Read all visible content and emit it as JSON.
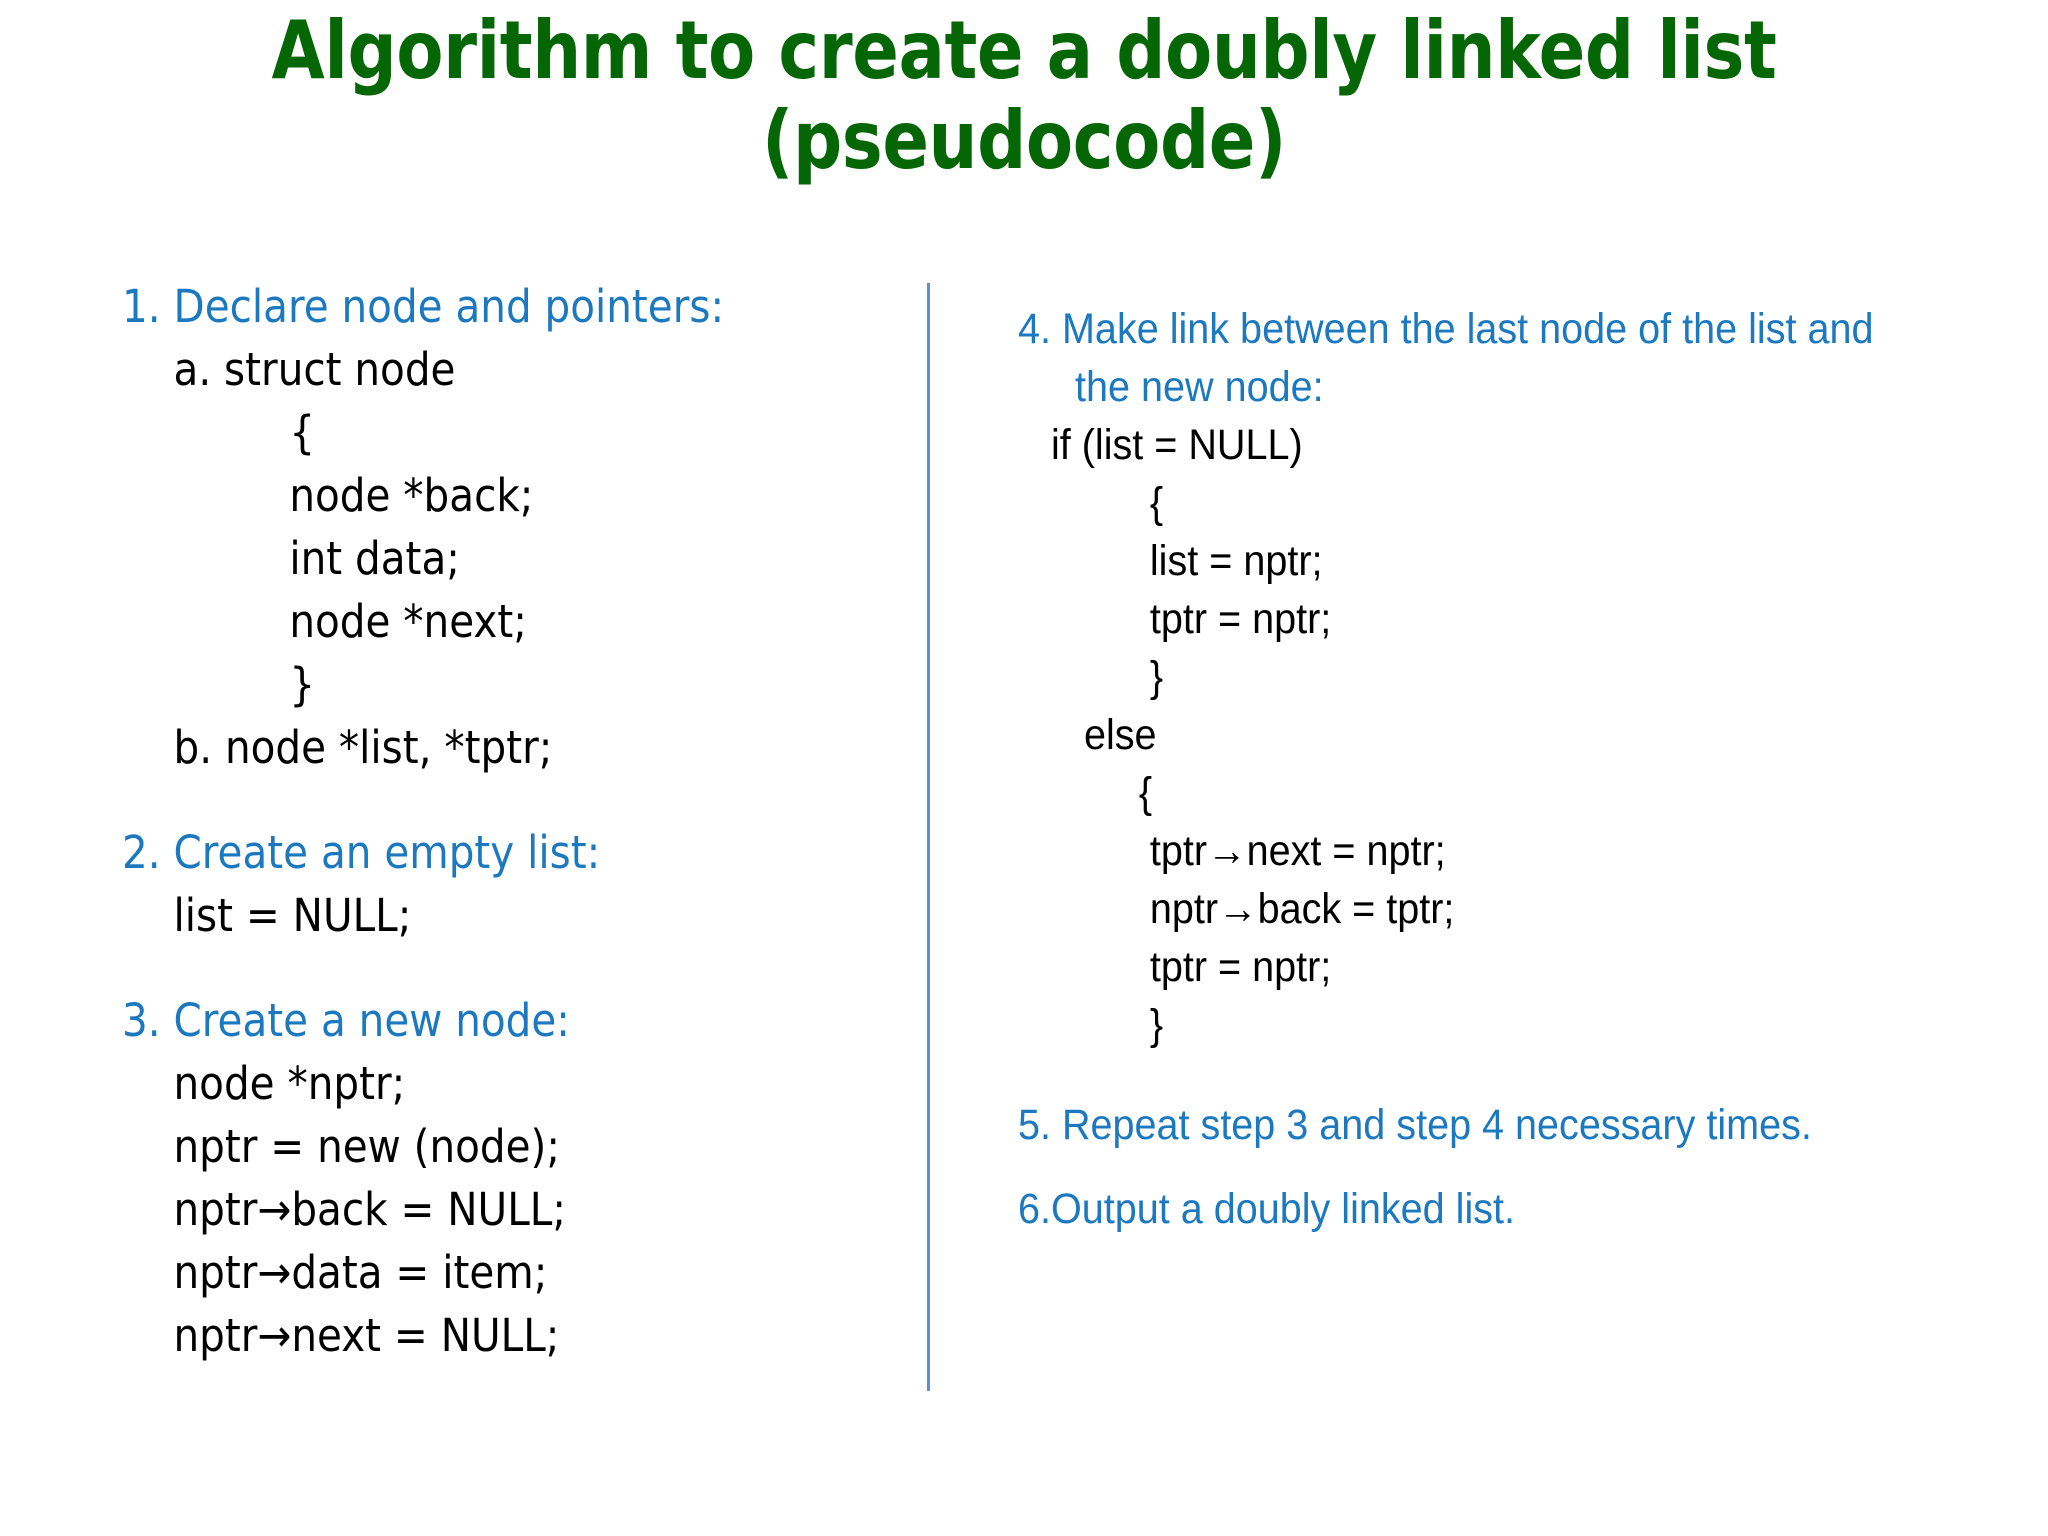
{
  "slide": {
    "title": "Algorithm to create a doubly linked list\n(pseudocode)",
    "title_color": "#056605",
    "heading_color": "#1c79bf",
    "body_color": "#000000",
    "divider_color": "#5b8fd4",
    "background_color": "#ffffff"
  },
  "left_column": {
    "step1": {
      "heading": "1. Declare node and pointers:",
      "lines": [
        "    a. struct node",
        "             {",
        "             node *back;",
        "             int data;",
        "             node *next;",
        "             }",
        "    b. node *list, *tptr;"
      ]
    },
    "step2": {
      "heading": "2. Create an empty list:",
      "lines": [
        "    list = NULL;"
      ]
    },
    "step3": {
      "heading": "3. Create a new node:",
      "lines": [
        "    node *nptr;",
        "    nptr = new (node);",
        "    nptr→back = NULL;",
        "    nptr→data = item;",
        "    nptr→next = NULL;"
      ]
    }
  },
  "right_column": {
    "step4": {
      "heading": "4. Make link between the last node of the list and the new node:",
      "lines": [
        "   if (list = NULL)",
        "            {",
        "            list = nptr;",
        "            tptr = nptr;",
        "            }",
        "      else",
        "           {",
        "            tptr→next = nptr;",
        "            nptr→back = tptr;",
        "            tptr = nptr;",
        "            }"
      ]
    },
    "step5": {
      "heading": "5. Repeat step 3 and step 4 necessary times."
    },
    "step6": {
      "heading": "6.Output a doubly linked list."
    }
  }
}
